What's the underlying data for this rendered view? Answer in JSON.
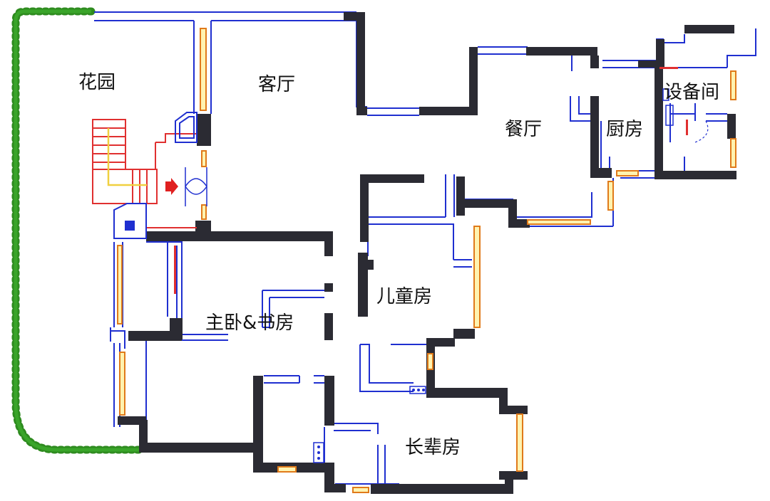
{
  "rooms": {
    "garden": "花园",
    "living": "客厅",
    "dining": "餐厅",
    "kitchen": "厨房",
    "equipment": "设备间",
    "children": "儿童房",
    "master_study": "主卧&书房",
    "elder": "长辈房"
  },
  "colors": {
    "wall": "#2b2b33",
    "thin_wall": "#1f2fd0",
    "window_frame": "#e07a1a",
    "window_glass": "#fff3b0",
    "hedge": "#2e8b1f",
    "stair": "#e03030",
    "stair_path": "#f0d040",
    "entrance_arrow": "#e02020",
    "furniture": "#1f2fd0"
  }
}
